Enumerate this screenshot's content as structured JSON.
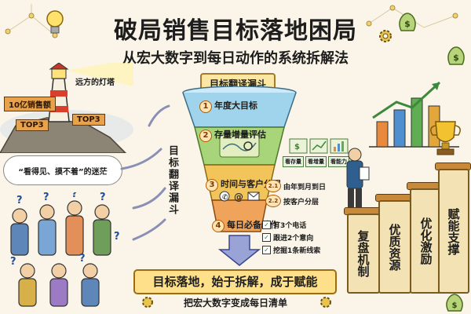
{
  "header": {
    "title": "破局销售目标落地困局",
    "subtitle": "从宏大数字到每日动作的系统拆解法"
  },
  "lighthouse": {
    "caption": "远方的灯塔",
    "signs": [
      "10亿销售额",
      "TOP3",
      "TOP3"
    ]
  },
  "confusion": {
    "quote": "“看得见、摸不着”的迷茫"
  },
  "funnel": {
    "title": "目标翻译漏斗",
    "side_label": "目标翻译漏斗",
    "stages": [
      {
        "num": "1",
        "label": "年度大目标"
      },
      {
        "num": "2",
        "label": "存量增量评估"
      },
      {
        "num": "3",
        "label": "时间与客户分层"
      },
      {
        "num": "4",
        "label": "每日必备动作"
      }
    ]
  },
  "assessment_cards": [
    "看存量",
    "看增量",
    "看能力"
  ],
  "layering": [
    {
      "num": "2.1",
      "label": "由年到月到日"
    },
    {
      "num": "2.2",
      "label": "按客户分层"
    }
  ],
  "daily_actions": [
    "打3个电话",
    "跟进2个意向",
    "挖掘1条新线索"
  ],
  "pillars": [
    "复盘机制",
    "优质资源",
    "优化激励",
    "赋能支撑"
  ],
  "footer": {
    "banner": "目标落地，始于拆解，成于赋能",
    "sub": "把宏大数字变成每日清单"
  },
  "colors": {
    "background": "#faf5e8",
    "funnel_top": "#9fd4ec",
    "funnel_mid": "#a8d47a",
    "funnel_low": "#f2c55a",
    "funnel_bottom": "#f0a35b",
    "chart_bars": [
      "#e8893b",
      "#4f8fd0",
      "#5fae53",
      "#e2a63a"
    ]
  },
  "icons": [
    "lightbulb-icon",
    "money-bag-icon",
    "gear-icon",
    "trophy-icon",
    "target-icon",
    "phone-icon",
    "email-icon",
    "calendar-icon",
    "lighthouse-icon"
  ]
}
